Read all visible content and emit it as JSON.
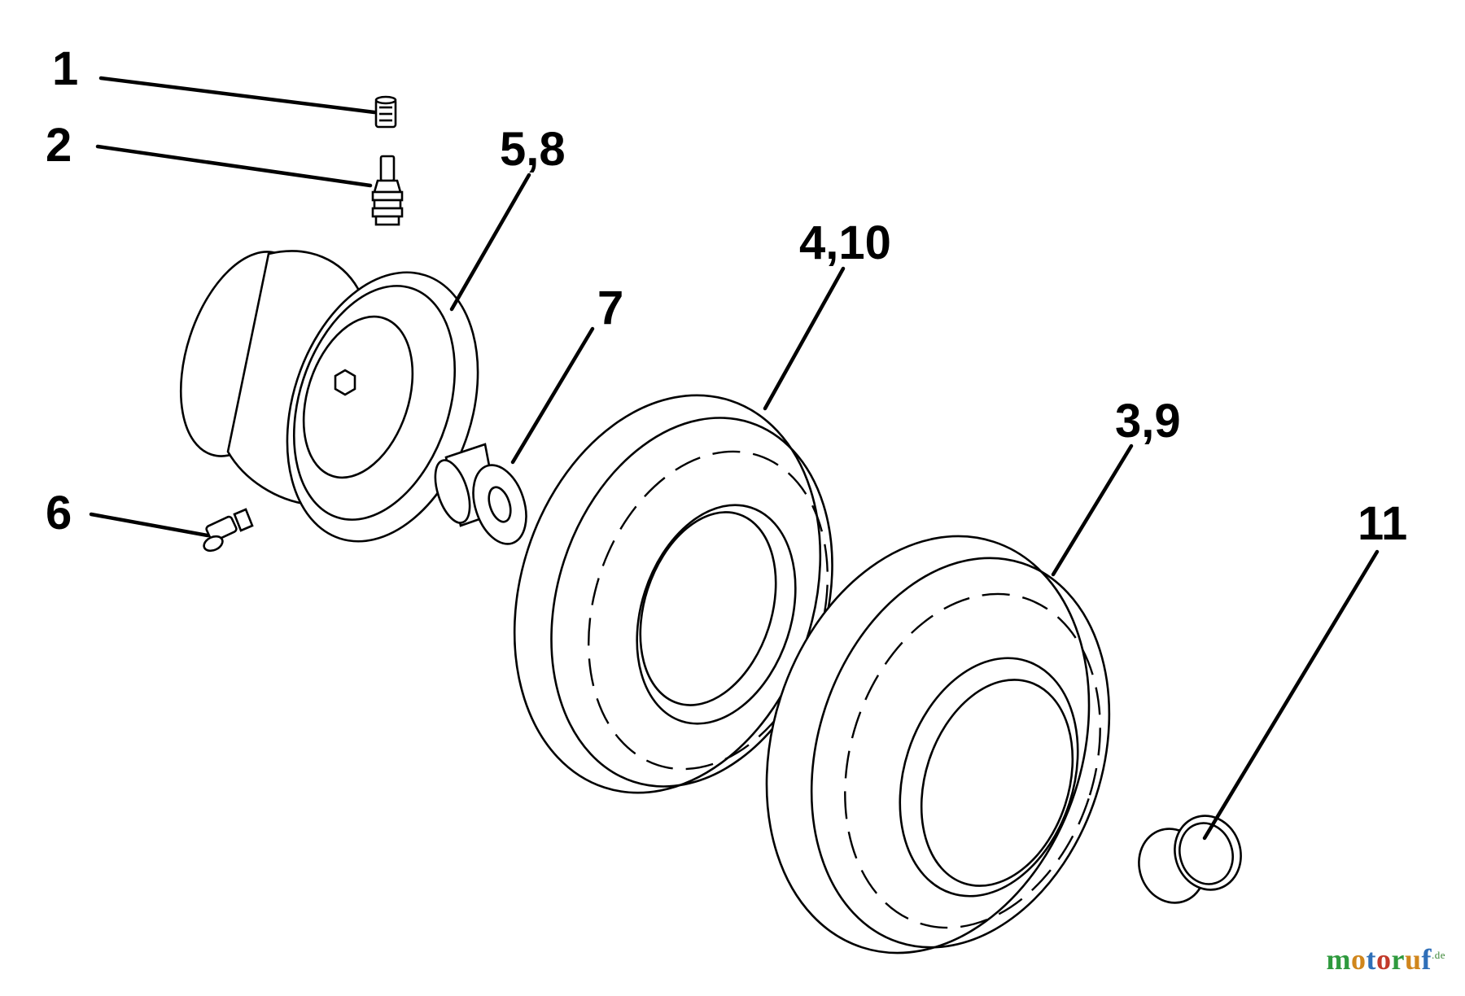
{
  "callouts": {
    "c1": "1",
    "c2": "2",
    "c58": "5,8",
    "c410": "4,10",
    "c7": "7",
    "c39": "3,9",
    "c6": "6",
    "c11": "11"
  },
  "watermark": {
    "text": "motoruf",
    "suffix": ".de",
    "letter_colors": [
      "#2f9a3e",
      "#d0861c",
      "#2f6fb8",
      "#c23a2a",
      "#2f9a3e",
      "#d0861c",
      "#2f6fb8"
    ]
  },
  "colors": {
    "line": "#000000",
    "background": "#ffffff"
  }
}
